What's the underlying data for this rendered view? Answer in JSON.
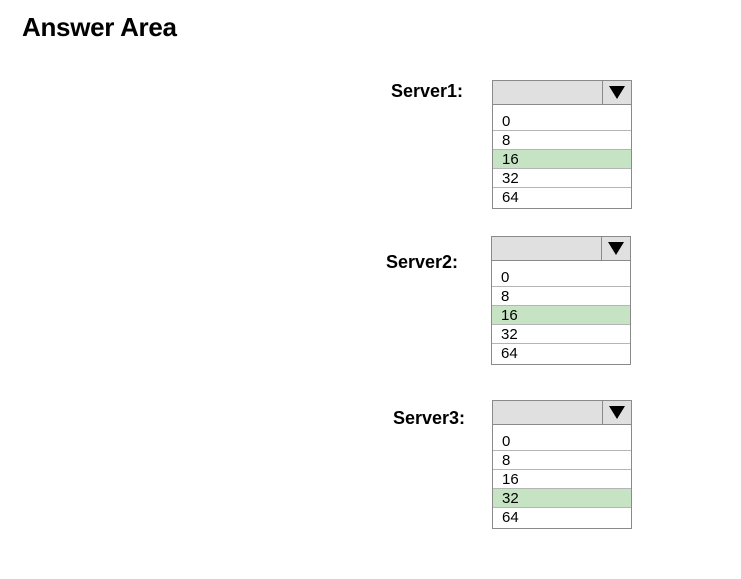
{
  "title": "Answer Area",
  "colors": {
    "selected_option_bg": "#c6e3c3",
    "dropdown_header_bg": "#e0e0e0"
  },
  "questions": [
    {
      "label": "Server1:",
      "options": [
        "0",
        "8",
        "16",
        "32",
        "64"
      ],
      "selected": "16"
    },
    {
      "label": "Server2:",
      "options": [
        "0",
        "8",
        "16",
        "32",
        "64"
      ],
      "selected": "16"
    },
    {
      "label": "Server3:",
      "options": [
        "0",
        "8",
        "16",
        "32",
        "64"
      ],
      "selected": "32"
    }
  ]
}
